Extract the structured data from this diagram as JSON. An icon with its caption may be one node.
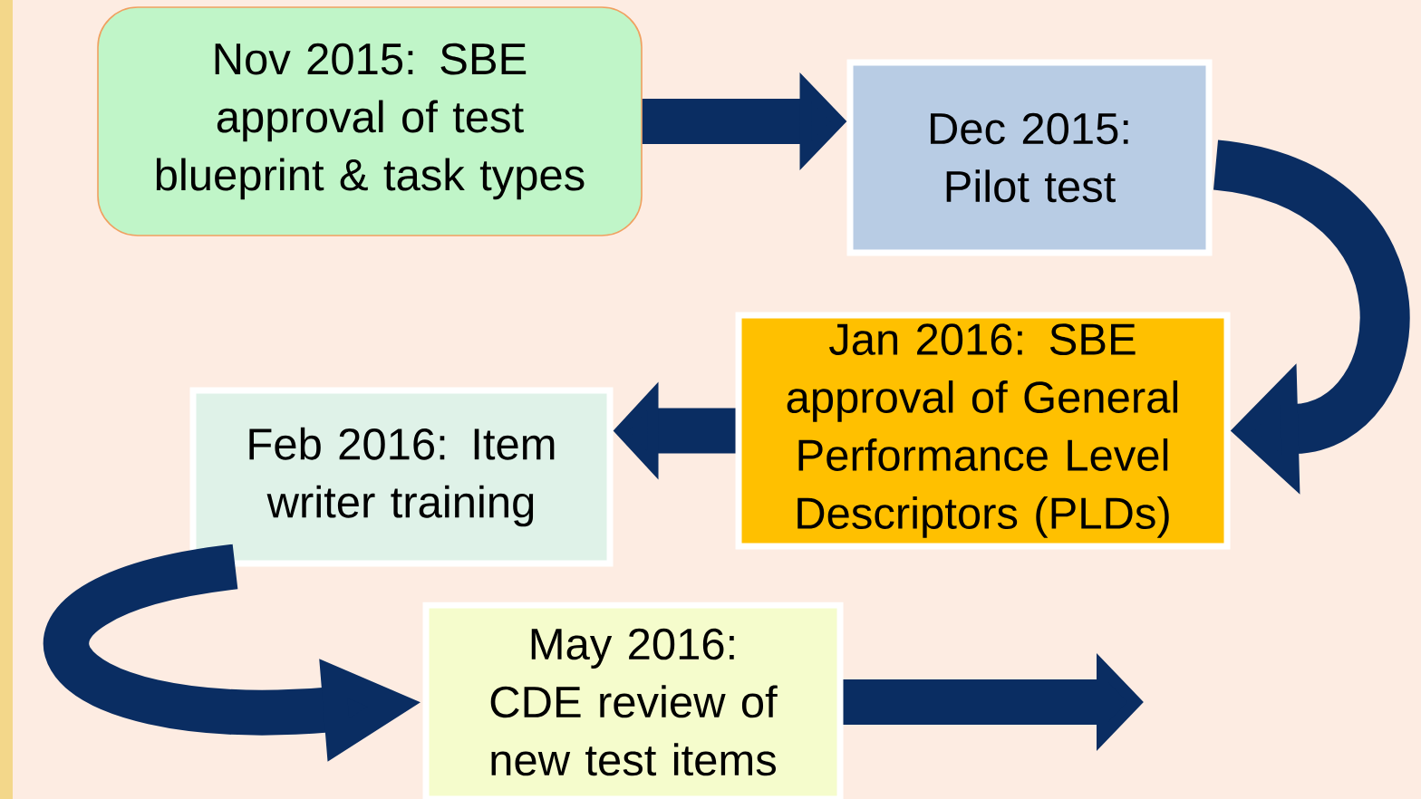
{
  "diagram": {
    "nodes": [
      {
        "text": [
          "Nov 2015: SBE approval of test blueprint & task types"
        ]
      },
      {
        "text": [
          "Dec 2015: Pilot test"
        ]
      },
      {
        "text": [
          "Jan 2016: SBE approval of General Performance Level Descriptors (PLDs)"
        ]
      },
      {
        "text": [
          "Feb 2016: Item writer training"
        ]
      },
      {
        "text": [
          "May 2016: CDE review of new test items"
        ]
      }
    ],
    "edges": [
      {
        "from": 0,
        "to": 1,
        "arrow": "to"
      },
      {
        "from": 1,
        "to": 2,
        "arrow": "to"
      },
      {
        "from": 2,
        "to": 3,
        "arrow": "to"
      },
      {
        "from": 3,
        "to": 4,
        "arrow": "to"
      },
      {
        "from": 4,
        "to": null,
        "arrow": "to"
      }
    ]
  }
}
